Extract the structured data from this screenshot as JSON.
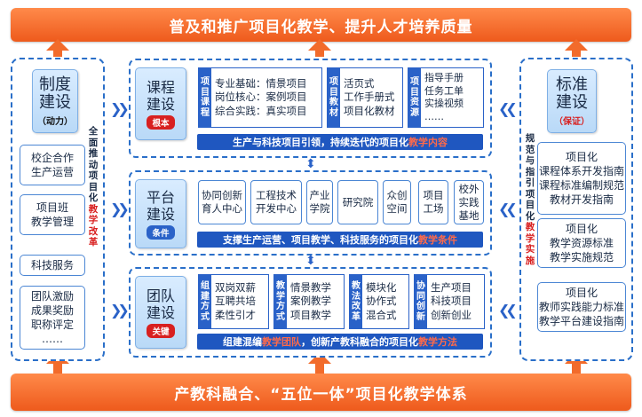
{
  "top_banner": "普及和推广项目化教学、提升人才培养质量",
  "bottom_banner": "产教科融合、“五位一体”项目化教学体系",
  "left": {
    "title": "制度建设",
    "sub": "（动力）",
    "vertical_a": "全面推动项目化",
    "vertical_b": "教学改革",
    "boxes": [
      [
        "校企合作",
        "生产运营"
      ],
      [
        "项目班",
        "教学管理"
      ],
      [
        "科技服务"
      ],
      [
        "团队激励",
        "成果奖励",
        "职称评定",
        "……"
      ]
    ]
  },
  "right": {
    "title": "标准建设",
    "sub": "（保证）",
    "vertical_a": "规范与指引项目化",
    "vertical_b": "教学实施",
    "boxes": [
      [
        "项目化",
        "课程体系开发指南",
        "课程标准编制规范",
        "教材开发指南"
      ],
      [
        "项目化",
        "教学资源标准",
        "教学实施规范"
      ],
      [
        "项目化",
        "教师实践能力标准",
        "教学平台建设指南"
      ]
    ]
  },
  "course": {
    "title": "课程建设",
    "sub": "根本",
    "seg1_head": "项目课程",
    "seg1_lines": [
      "专业基础：情景项目",
      "岗位核心：案例项目",
      "综合实践：真实项目"
    ],
    "seg2_head": "项目教材",
    "seg2_lines": [
      "活页式",
      "工作手册式",
      "项目化教材"
    ],
    "seg3_head": "项目资源",
    "seg3_lines": [
      "指导手册",
      "任务工单",
      "实操视频",
      "……"
    ],
    "bar_text": "生产与科技项目引领，持续迭代的项目化",
    "bar_hl": "教学内容"
  },
  "platform": {
    "title": "平台建设",
    "sub": "条件",
    "tiles": [
      [
        "协同创新",
        "育人中心"
      ],
      [
        "工程技术",
        "开发中心"
      ],
      [
        "产业",
        "学院"
      ],
      [
        "研究院"
      ],
      [
        "众创",
        "空间"
      ],
      [
        "项目",
        "工场"
      ],
      [
        "校外",
        "实践",
        "基地"
      ]
    ],
    "bar_text": "支撑生产运营、项目教学、科技服务的项目化",
    "bar_hl": "教学条件"
  },
  "team": {
    "title": "团队建设",
    "sub": "关键",
    "seg1_head": "组建方式",
    "seg1_lines": [
      "双岗双薪",
      "互聘共培",
      "柔性引才"
    ],
    "seg2_head": "教学方式",
    "seg2_lines": [
      "情景教学",
      "案例教学",
      "项目教学"
    ],
    "seg3_head": "教法改革",
    "seg3_lines": [
      "模块化",
      "协作式",
      "混合式"
    ],
    "seg4_head": "协同创新",
    "seg4_lines": [
      "生产项目",
      "科技项目",
      "创新创业"
    ],
    "bar_pre": "组建混编",
    "bar_hl1": "教学团队",
    "bar_mid": "，创新产教科融合的项目化",
    "bar_hl2": "教学方法"
  },
  "colors": {
    "accent_orange": "#ee5a1c",
    "accent_blue": "#2a62c8",
    "highlight_red": "#d82020"
  }
}
